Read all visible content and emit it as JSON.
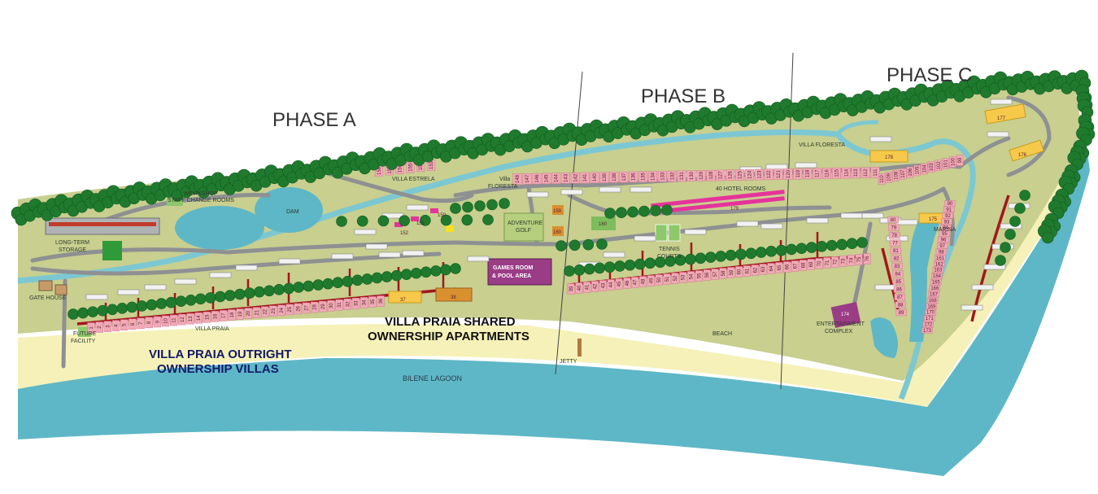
{
  "phases": {
    "a": "PHASE A",
    "b": "PHASE B",
    "c": "PHASE C"
  },
  "zones": {
    "outright_line1": "VILLA PRAIA OUTRIGHT",
    "outright_line2": "OWNERSHIP VILLAS",
    "shared_line1": "VILLA PRAIA SHARED",
    "shared_line2": "OWNERSHIP APARTMENTS"
  },
  "labels": {
    "workshop": "WORKSHOP",
    "staff_change": "STAFF CHANGE ROOMS",
    "dam": "DAM",
    "long_term": "LONG-TERM",
    "storage": "STORAGE",
    "gate_house": "GATE HOUSE",
    "future": "FUTURE",
    "facility": "FACILITY",
    "villa_praia": "VILLA PRAIA",
    "villa_estrela": "VILLA ESTRELA",
    "villa": "Villa",
    "floresta": "FLORESTA",
    "villa_floresta": "VILLA FLORESTA",
    "adventure": "ADVENTURE",
    "golf": "GOLF",
    "games_room_1": "GAMES ROOM",
    "games_room_2": "& POOL AREA",
    "hotel_rooms": "40 HOTEL ROOMS",
    "tennis": "TENNIS",
    "courts": "COURTS",
    "marina": "MARINA",
    "beach": "BEACH",
    "jetty": "JETTY",
    "lagoon": "BILENE LAGOON",
    "entertainment_1": "ENTERTAINMENT",
    "entertainment_2": "COMPLEX"
  },
  "buildings": {
    "b37": "37",
    "b38": "38",
    "b150": "150",
    "b151": "151",
    "b152": "152",
    "b159": "159",
    "b160": "160",
    "b160b": "160",
    "b174": "174",
    "b175": "175",
    "b176": "176",
    "b177": "177",
    "b178": "178",
    "b179": "179"
  },
  "unit_rows": {
    "praia_a": [
      "1",
      "2",
      "3",
      "4",
      "5",
      "6",
      "7",
      "8",
      "9",
      "10",
      "11",
      "12",
      "13",
      "14",
      "15",
      "16",
      "17",
      "18",
      "19",
      "20",
      "21",
      "22",
      "23",
      "24",
      "25",
      "26",
      "27",
      "28",
      "29",
      "30",
      "31",
      "32",
      "33",
      "34",
      "35",
      "36"
    ],
    "praia_b": [
      "39",
      "40",
      "41",
      "42",
      "43",
      "44",
      "45",
      "46",
      "47",
      "48",
      "49",
      "50",
      "51",
      "52",
      "53",
      "54",
      "55",
      "56",
      "57",
      "58",
      "59",
      "60",
      "61",
      "62",
      "63",
      "64",
      "65",
      "66",
      "67",
      "68",
      "69",
      "70",
      "71",
      "72",
      "73",
      "74",
      "75",
      "76"
    ],
    "estrela": [
      "158",
      "157",
      "156",
      "155",
      "154",
      "153"
    ],
    "floresta_b": [
      "148",
      "147",
      "146",
      "145",
      "144",
      "143",
      "142",
      "141",
      "140",
      "139",
      "138",
      "137",
      "136",
      "135",
      "134",
      "133",
      "132",
      "131",
      "130",
      "129",
      "128",
      "127",
      "126",
      "125",
      "124",
      "123",
      "122",
      "121",
      "120",
      "119",
      "118",
      "117",
      "116",
      "115",
      "114",
      "113",
      "112",
      "111"
    ],
    "floresta_c": [
      "110",
      "109",
      "108",
      "107",
      "106",
      "105",
      "104",
      "103",
      "102",
      "101",
      "100",
      "99"
    ],
    "marina_left": [
      "80",
      "79",
      "78",
      "77",
      "81",
      "82",
      "83",
      "84",
      "85",
      "86",
      "87",
      "88",
      "89"
    ],
    "marina_right": [
      "90",
      "91",
      "92",
      "93",
      "94",
      "95",
      "96",
      "97",
      "98",
      "161",
      "162",
      "163",
      "164",
      "165",
      "166",
      "167",
      "168",
      "169",
      "170",
      "171",
      "172",
      "173"
    ]
  },
  "colors": {
    "grass": "#c8cf8f",
    "beach": "#f6f1b8",
    "water": "#5eb7c6",
    "river": "#7cc8d2",
    "forest": "#1f7a2e",
    "road": "#8e9092",
    "unit_pink": "#f1a9b8",
    "feeder_red": "#a3161c",
    "games_room": "#9a3c86",
    "green_box": "#7dbd5d",
    "pink_hotel": "#e6339b",
    "yellow_apt": "#f7c94a",
    "orange_apt": "#d9902f"
  }
}
